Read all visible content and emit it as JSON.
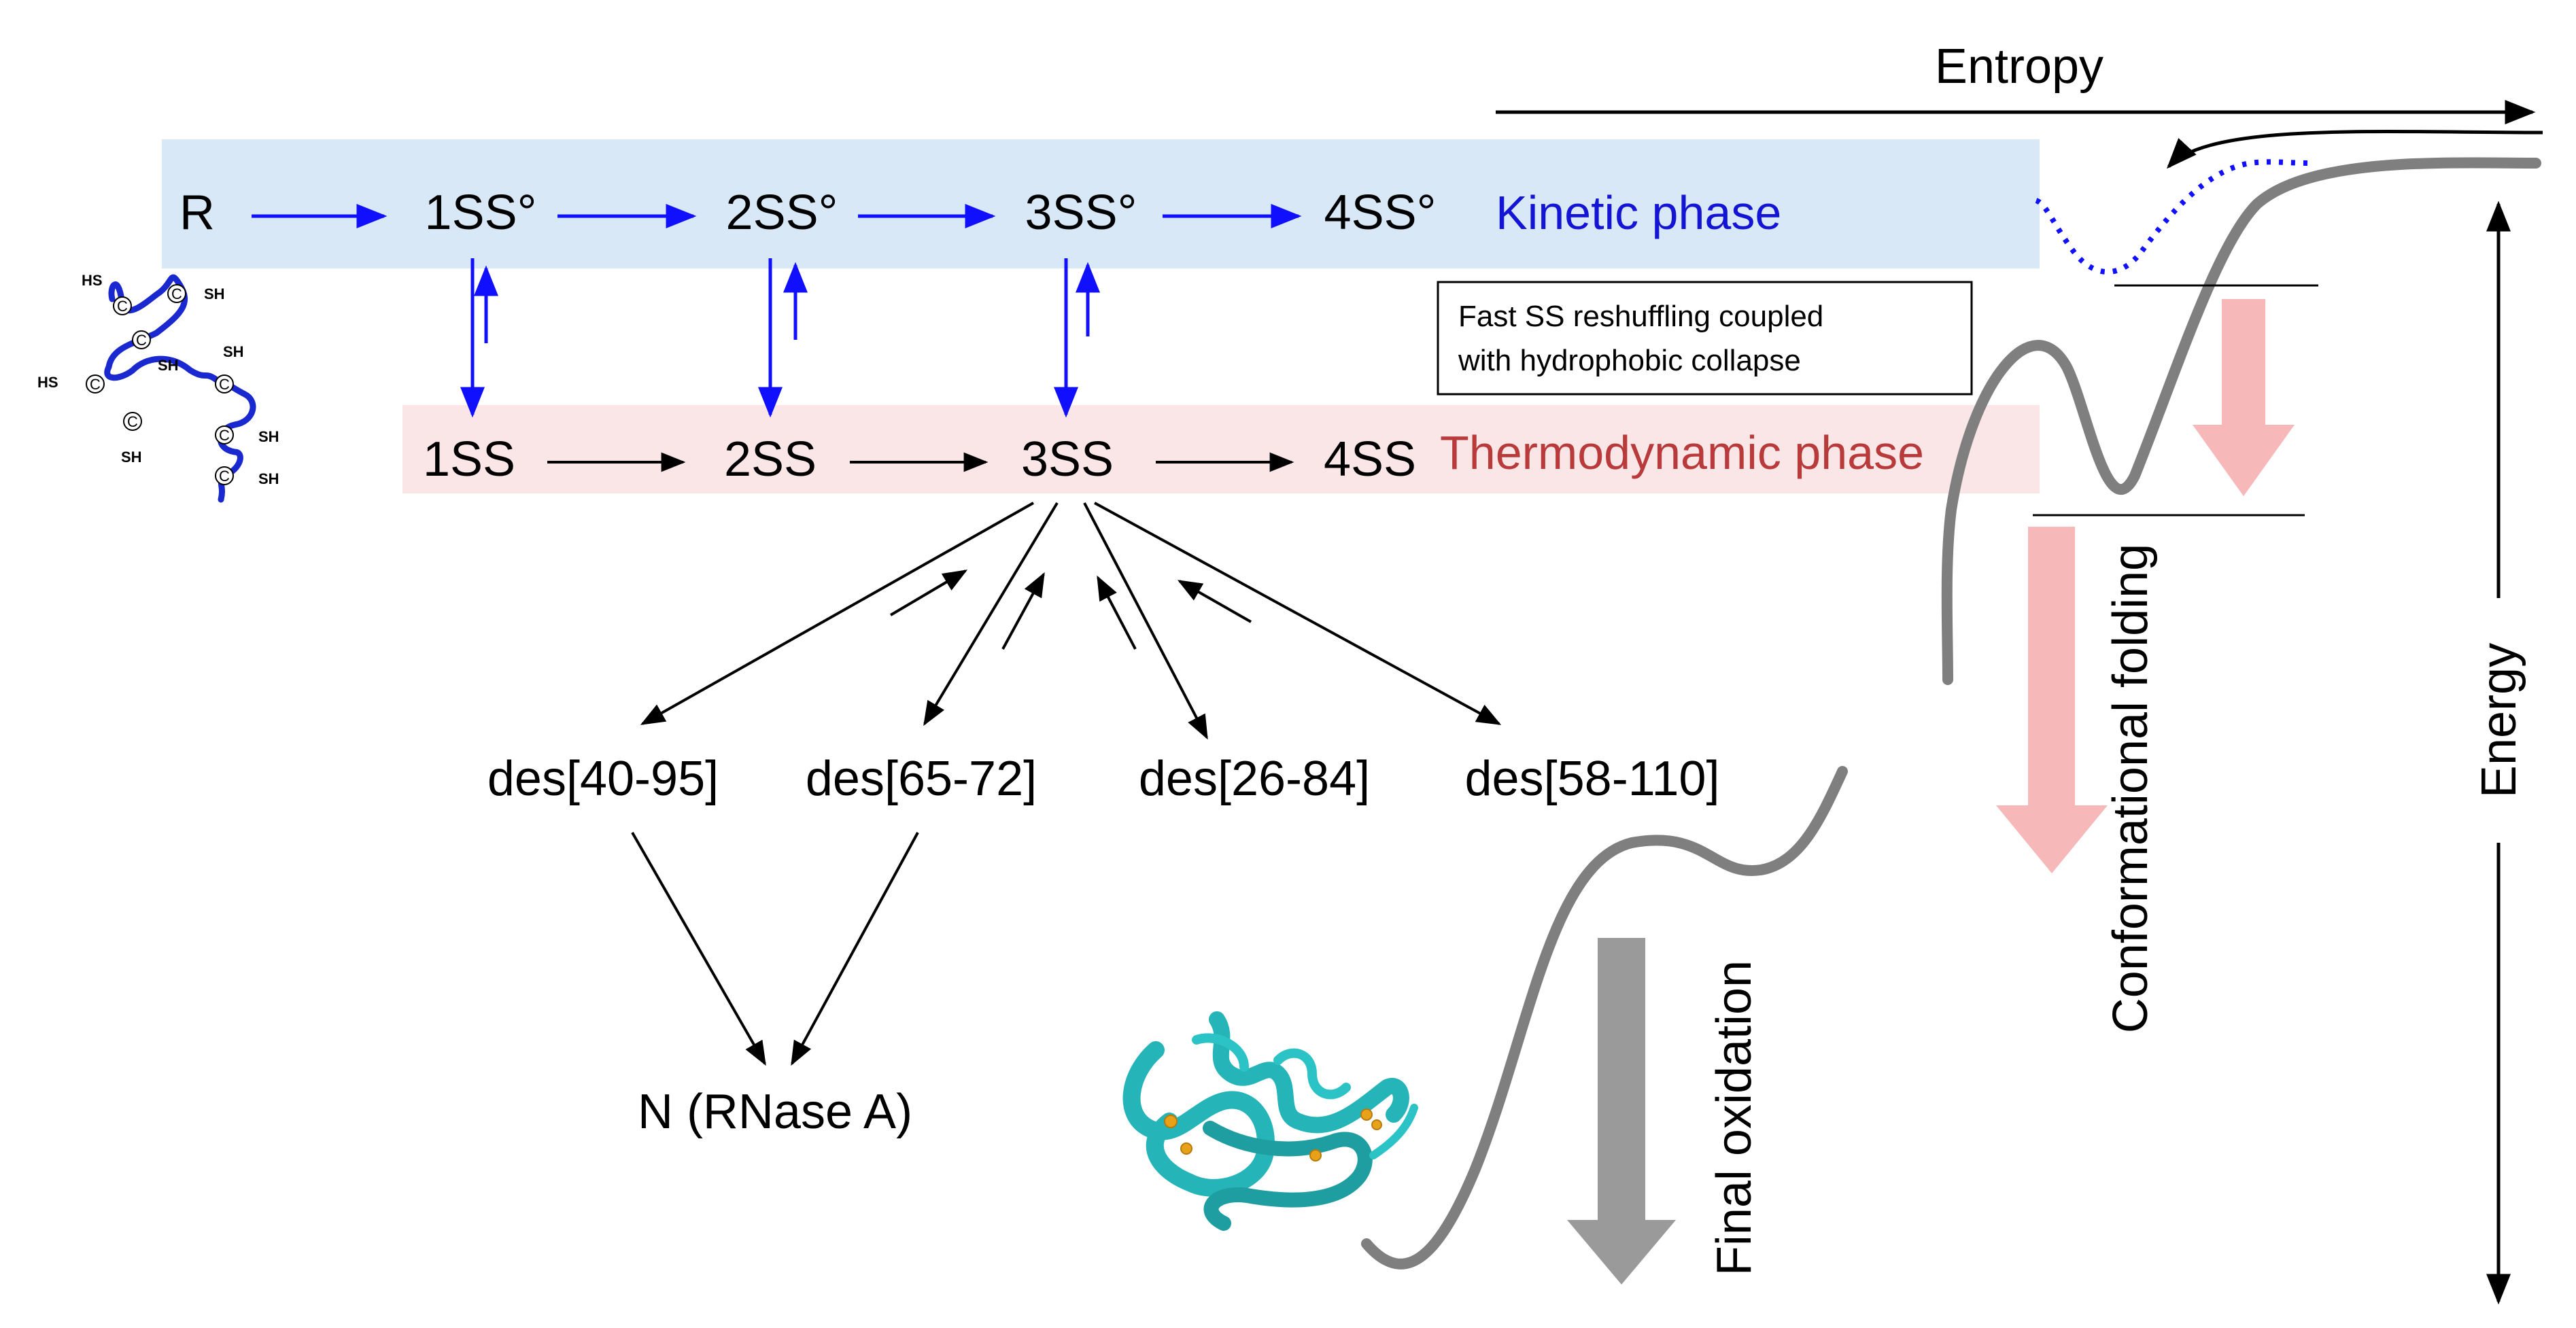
{
  "kinetic": {
    "species": [
      "R",
      "1SS°",
      "2SS°",
      "3SS°",
      "4SS°"
    ],
    "phase_label": "Kinetic phase"
  },
  "thermo": {
    "species": [
      "1SS",
      "2SS",
      "3SS",
      "4SS"
    ],
    "phase_label": "Thermodynamic phase"
  },
  "note": {
    "line1": "Fast SS reshuffling coupled",
    "line2": "with hydrophobic collapse"
  },
  "des_species": [
    "des[40-95]",
    "des[65-72]",
    "des[26-84]",
    "des[58-110]"
  ],
  "native_label": "N (RNase A)",
  "axis": {
    "entropy": "Entropy",
    "energy": "Energy"
  },
  "landscape": {
    "conformational": "Conformational folding",
    "final": "Final oxidation"
  },
  "chain_labels": {
    "sh": "SH",
    "hs": "HS",
    "c": "C"
  },
  "colors": {
    "kinetic_band": "#d8e8f6",
    "thermo_band": "#fbe6e7",
    "kinetic_text": "#1414d4",
    "thermo_text": "#b83a3a",
    "blue_arrow": "#1010ff",
    "landscape_curve": "#7f7f7f",
    "pink_arrow": "#f6b8b8",
    "gray_arrow": "#9a9a9a",
    "protein": "#25b4b8"
  }
}
